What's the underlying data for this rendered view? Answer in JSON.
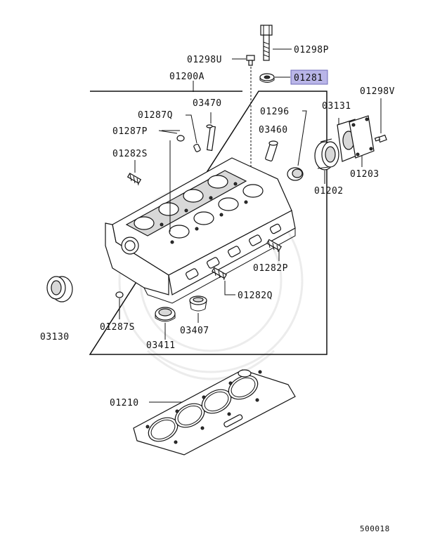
{
  "labels": {
    "p01298P": "01298P",
    "p01298U": "01298U",
    "p01281": "01281",
    "p01200A": "01200A",
    "p01298V": "01298V",
    "p03131": "03131",
    "p03470": "03470",
    "p01296": "01296",
    "p01287Q": "01287Q",
    "p03460": "03460",
    "p01287P": "01287P",
    "p01282S": "01282S",
    "p01203": "01203",
    "p01202": "01202",
    "p01282P": "01282P",
    "p01282Q": "01282Q",
    "p03130": "03130",
    "p01287S": "01287S",
    "p03407": "03407",
    "p03411": "03411",
    "p01210": "01210",
    "diagram_code": "500018"
  },
  "highlight": {
    "part": "01281",
    "color": "#b9b5e8"
  }
}
